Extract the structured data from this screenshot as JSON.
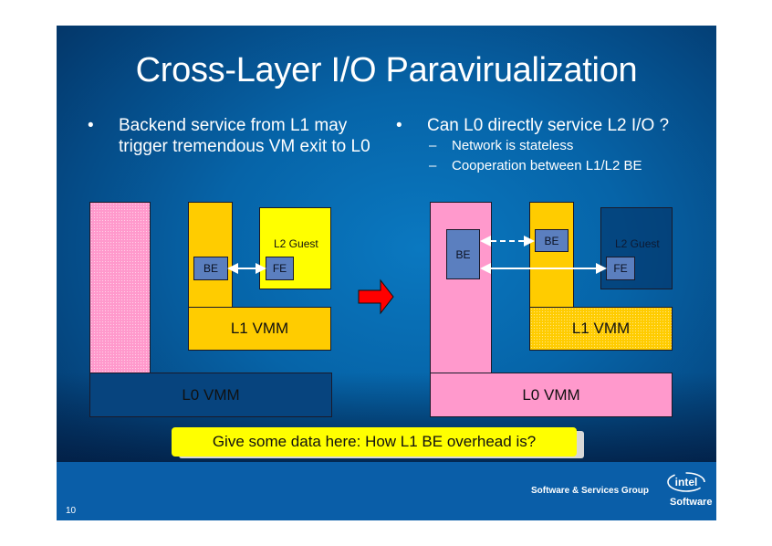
{
  "slide": {
    "title": "Cross-Layer I/O Paravirualization",
    "left_bullet": {
      "marker": "•",
      "text": "Backend service from L1 may trigger tremendous VM exit to L0"
    },
    "right_bullet": {
      "marker": "•",
      "text": "Can L0 directly service L2 I/O ?",
      "sub_items": [
        {
          "marker": "–",
          "text": "Network is stateless"
        },
        {
          "marker": "–",
          "text": "Cooperation between L1/L2 BE"
        }
      ]
    },
    "left_diagram": {
      "l2_guest_label": "L2 Guest",
      "be_label": "BE",
      "fe_label": "FE",
      "l1_vmm_label": "L1 VMM",
      "l0_vmm_label": "L0 VMM"
    },
    "right_diagram": {
      "l0_be_label": "BE",
      "l1_be_label": "BE",
      "l2_guest_label": "L2 Guest",
      "fe_label": "FE",
      "l1_vmm_label": "L1 VMM",
      "l0_vmm_label": "L0 VMM"
    },
    "callout": "Give some data here: How L1 BE overhead is?",
    "footer": {
      "group": "Software & Services Group",
      "logo_text": "intel",
      "logo_sub": "Software",
      "page_number": "10"
    },
    "colors": {
      "pink": "#ff99cc",
      "orange": "#ffcc00",
      "yellow": "#ffff00",
      "be_blue": "#5b7fbf",
      "transition_arrow": "#ff0000",
      "footer_blue": "#0a5ea8"
    }
  }
}
